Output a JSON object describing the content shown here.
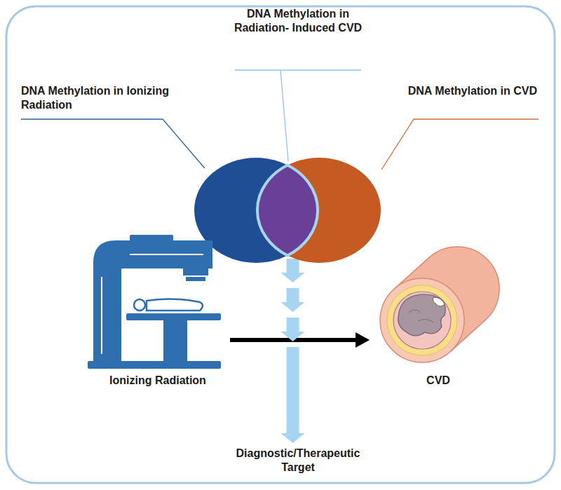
{
  "diagram": {
    "nodes": [
      {
        "text": [
          "DNA Methylation in Ionizing Radiation"
        ]
      },
      {
        "text": [
          "DNA Methylation in Radiation- Induced CVD"
        ]
      },
      {
        "text": [
          "DNA Methylation in CVD"
        ]
      },
      {
        "text": [
          "Ionizing Radiation"
        ]
      },
      {
        "text": [
          "CVD"
        ]
      },
      {
        "text": [
          "Diagnostic/Therapeutic Target"
        ]
      }
    ],
    "edges": [
      {
        "from": 3,
        "to": 4,
        "arrow": "to"
      },
      {
        "from": 1,
        "to": 5,
        "arrow": "to"
      }
    ]
  }
}
